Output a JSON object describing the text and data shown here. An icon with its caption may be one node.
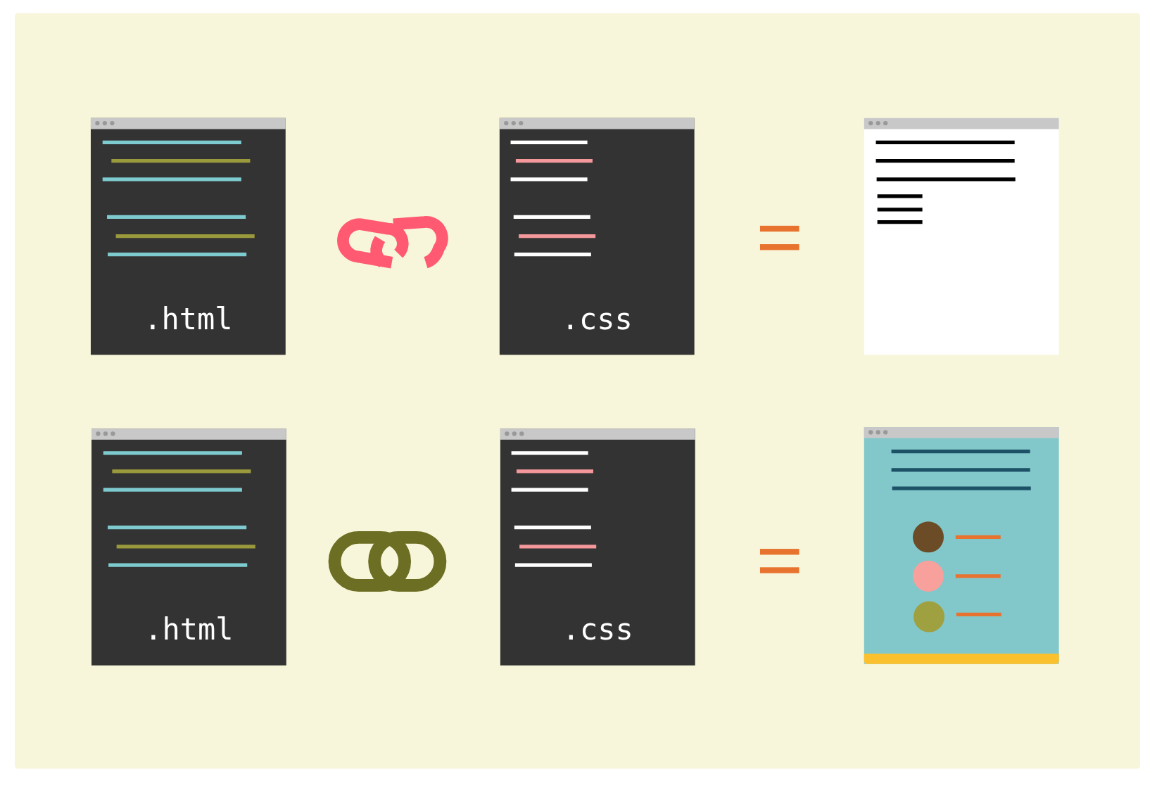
{
  "diagram": {
    "nodes": [
      {
        "text": [
          ".html"
        ]
      },
      {
        "text": [
          ".css"
        ]
      },
      {
        "text": [],
        "shape": "picture"
      },
      {
        "text": [
          ".html"
        ]
      },
      {
        "text": [
          ".css"
        ]
      },
      {
        "text": [],
        "shape": "picture"
      }
    ]
  }
}
